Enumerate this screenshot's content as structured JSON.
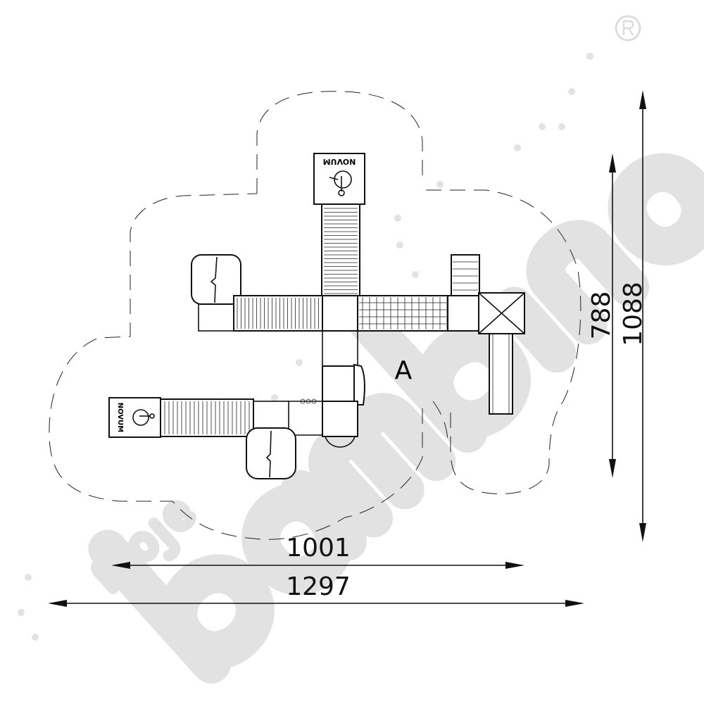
{
  "drawing": {
    "zone_label": "A",
    "sign_text": "NOVUM",
    "sign_icon": "wheelchair-accessibility-icon",
    "dimensions": {
      "inner_width": "1001",
      "outer_width": "1297",
      "inner_depth": "788",
      "outer_depth": "1088"
    }
  },
  "watermark": {
    "logo_text": "moje bambino",
    "registered_mark": "®",
    "color": "#e2e2e2"
  }
}
